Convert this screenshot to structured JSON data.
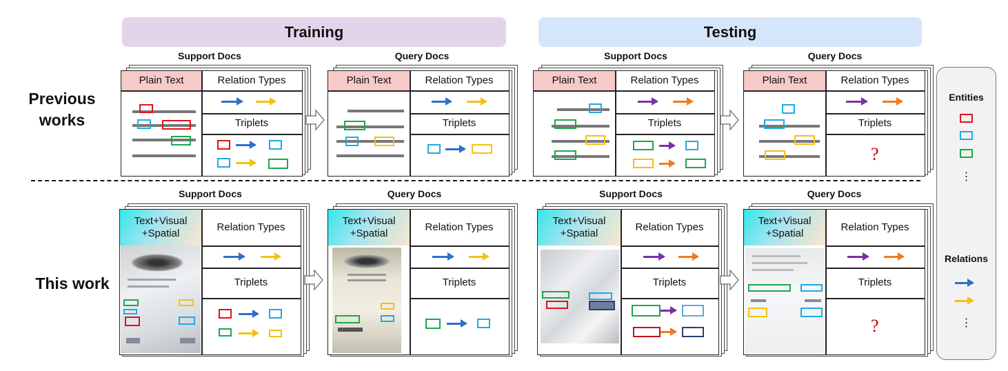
{
  "banners": {
    "training": "Training",
    "testing": "Testing"
  },
  "headers": {
    "support": "Support Docs",
    "query": "Query Docs"
  },
  "rows": {
    "previous_line1": "Previous",
    "previous_line2": "works",
    "this_work": "This work"
  },
  "cells": {
    "plain_text": "Plain Text",
    "text_visual_1": "Text+Visual",
    "text_visual_2": "+Spatial",
    "relation_types": "Relation Types",
    "triplets": "Triplets",
    "unknown": "?"
  },
  "legend": {
    "entities": "Entities",
    "relations": "Relations",
    "more": "⋮"
  },
  "colors": {
    "red": "#e0101c",
    "blue": "#1fa9e6",
    "green": "#1aa84a",
    "yellow": "#f4c10f",
    "arrow_blue": "#2f6fcc",
    "arrow_yellow": "#f4c10f",
    "arrow_purple": "#7b2fa8",
    "arrow_orange": "#f07b1c",
    "training_banner": "#e4d4ea",
    "testing_banner": "#d5e6fb",
    "pink": "#f8c9c9"
  }
}
